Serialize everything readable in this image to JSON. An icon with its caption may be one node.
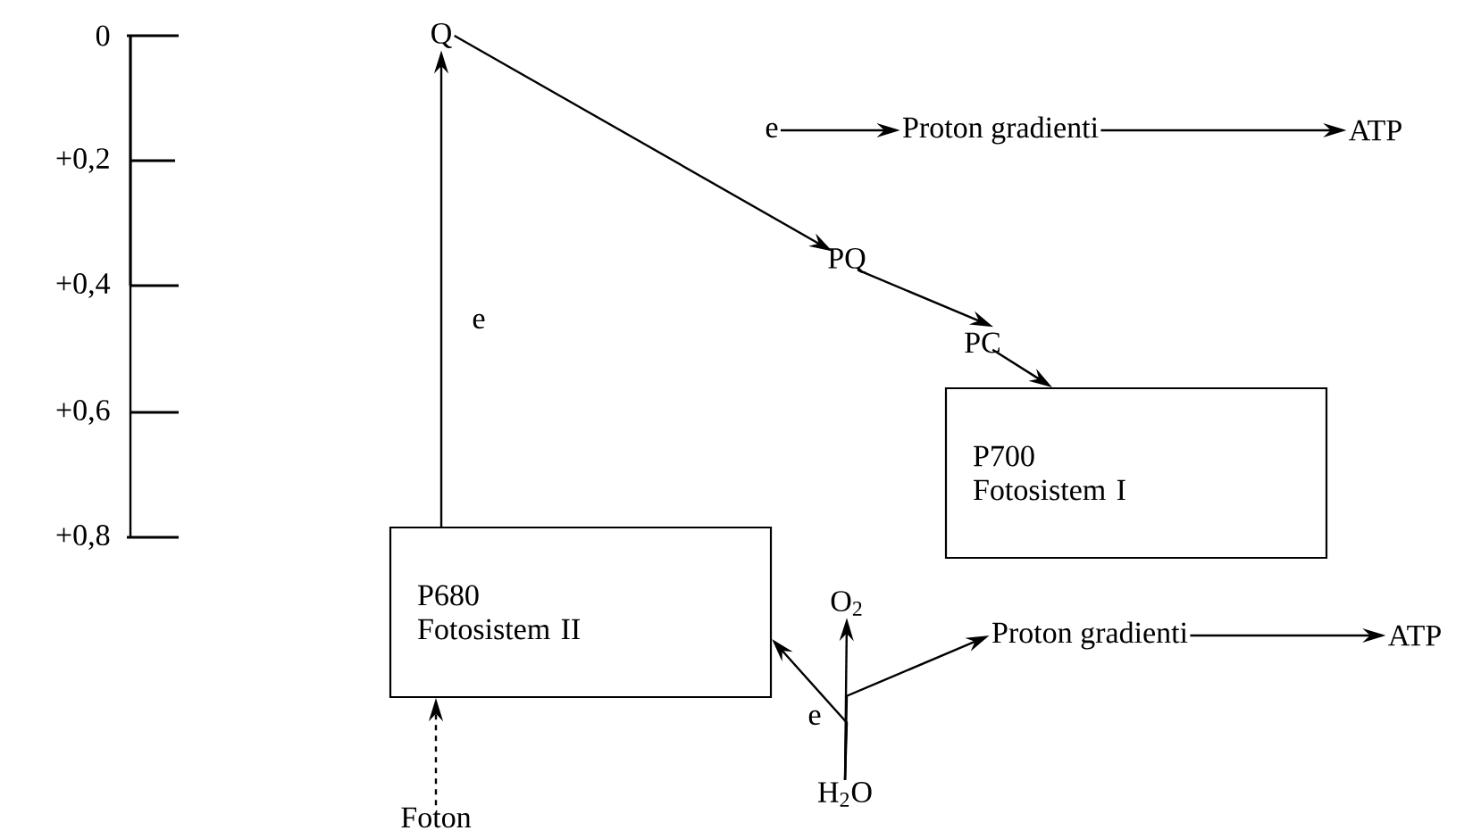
{
  "diagram": {
    "nodes": [
      {
        "text": [
          "Q"
        ]
      },
      {
        "text": [
          "e"
        ]
      },
      {
        "text": [
          "Proton gradienti"
        ]
      },
      {
        "text": [
          "ATP"
        ]
      },
      {
        "text": [
          "PQ"
        ]
      },
      {
        "text": [
          "PC"
        ]
      },
      {
        "text": [
          "P700",
          "Fotosistem I"
        ]
      },
      {
        "text": [
          "P680",
          "Fotosistem II"
        ]
      },
      {
        "text": [
          "O$_{2}$"
        ]
      },
      {
        "text": [
          "Proton gradienti"
        ]
      },
      {
        "text": [
          "ATP"
        ]
      },
      {
        "text": [
          "H$_{2}$O"
        ]
      },
      {
        "text": [
          "Foton"
        ]
      }
    ],
    "edges": [
      {
        "from": 7,
        "to": 0,
        "arrow": "to",
        "label": "e"
      },
      {
        "from": 0,
        "to": 4,
        "arrow": "to"
      },
      {
        "from": 1,
        "to": 2,
        "arrow": "to"
      },
      {
        "from": 2,
        "to": 3,
        "arrow": "to"
      },
      {
        "from": 4,
        "to": 5,
        "arrow": "to"
      },
      {
        "from": 5,
        "to": 6,
        "arrow": "to"
      },
      {
        "from": 12,
        "to": 7,
        "arrow": "to",
        "style": "dashed"
      },
      {
        "from": 11,
        "to": 8,
        "arrow": "to"
      },
      {
        "from": 11,
        "to": 9,
        "arrow": "to"
      },
      {
        "from": 11,
        "to": 7,
        "arrow": "to",
        "label": "e"
      },
      {
        "from": 9,
        "to": 10,
        "arrow": "to"
      }
    ],
    "labels": [
      "0",
      "+0,2",
      "+0,4",
      "+0,6",
      "+0,8"
    ]
  }
}
